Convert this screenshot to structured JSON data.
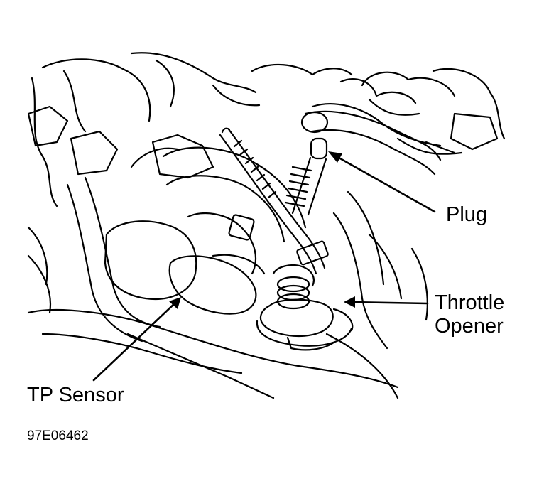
{
  "labels": {
    "plug": "Plug",
    "throttle_opener_line1": "Throttle",
    "throttle_opener_line2": "Opener",
    "tp_sensor": "TP Sensor"
  },
  "figure_id": "97E06462"
}
